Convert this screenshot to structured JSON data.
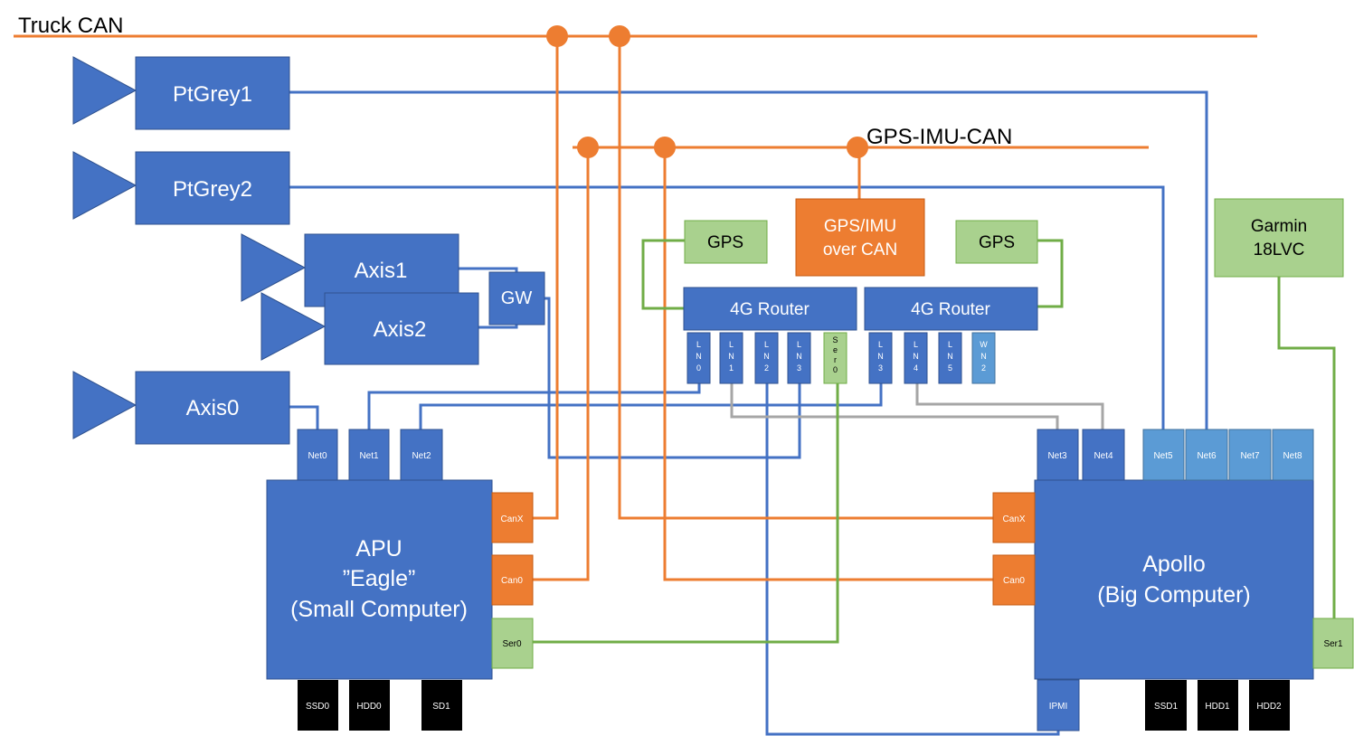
{
  "colors": {
    "blue": "#4472C4",
    "blue_stroke": "#2F528F",
    "light_blue": "#5B9BD5",
    "orange": "#ED7D31",
    "green_fill": "#A9D18E",
    "green_line": "#70AD47",
    "gray_line": "#A6A6A6",
    "black": "#000000"
  },
  "buses": {
    "truck_can": "Truck CAN",
    "gps_imu_can": "GPS-IMU-CAN"
  },
  "sensors": {
    "ptgrey1": "PtGrey1",
    "ptgrey2": "PtGrey2",
    "axis1": "Axis1",
    "axis2": "Axis2",
    "axis0": "Axis0",
    "gw": "GW"
  },
  "routers": {
    "router_left": "4G Router",
    "router_right": "4G Router",
    "gps_left": "GPS",
    "gps_right": "GPS",
    "gps_imu_line1": "GPS/IMU",
    "gps_imu_line2": "over CAN",
    "garmin_line1": "Garmin",
    "garmin_line2": "18LVC",
    "left_ports": [
      [
        "L",
        "N",
        "0"
      ],
      [
        "L",
        "N",
        "1"
      ],
      [
        "L",
        "N",
        "2"
      ],
      [
        "L",
        "N",
        "3"
      ],
      [
        "S",
        "e",
        "r",
        "0"
      ]
    ],
    "right_ports": [
      [
        "L",
        "N",
        "3"
      ],
      [
        "L",
        "N",
        "4"
      ],
      [
        "L",
        "N",
        "5"
      ],
      [
        "W",
        "N",
        "2"
      ]
    ]
  },
  "apu": {
    "title_line1": "APU",
    "title_line2": "”Eagle”",
    "title_line3": "(Small Computer)",
    "net0": "Net0",
    "net1": "Net1",
    "net2": "Net2",
    "canx": "CanX",
    "can0": "Can0",
    "ser0": "Ser0",
    "ssd0": "SSD0",
    "hdd0": "HDD0",
    "sd1": "SD1"
  },
  "apollo": {
    "title_line1": "Apollo",
    "title_line2": "(Big Computer)",
    "net3": "Net3",
    "net4": "Net4",
    "net5": "Net5",
    "net6": "Net6",
    "net7": "Net7",
    "net8": "Net8",
    "canx": "CanX",
    "can0": "Can0",
    "ser1": "Ser1",
    "ipmi": "IPMI",
    "ssd1": "SSD1",
    "hdd1": "HDD1",
    "hdd2": "HDD2"
  }
}
